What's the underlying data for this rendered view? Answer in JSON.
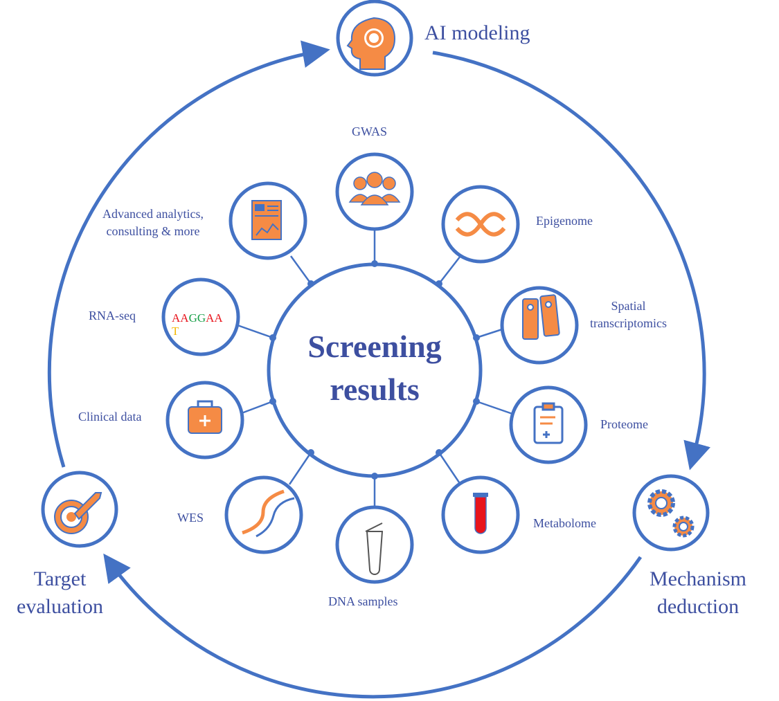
{
  "center": {
    "line1": "Screening",
    "line2": "results"
  },
  "cycle": [
    {
      "id": "ai",
      "label": "AI modeling",
      "icon": "head-gear-icon"
    },
    {
      "id": "mechanism",
      "label1": "Mechanism",
      "label2": "deduction",
      "icon": "gears-icon"
    },
    {
      "id": "target",
      "label1": "Target",
      "label2": "evaluation",
      "icon": "target-dart-icon"
    }
  ],
  "sources": {
    "gwas": "GWAS",
    "epigenome": "Epigenome",
    "spatial1": "Spatial",
    "spatial2": "transcriptomics",
    "proteome": "Proteome",
    "metabolome": "Metabolome",
    "dna": "DNA samples",
    "wes": "WES",
    "clinical": "Clinical data",
    "rnaseq": "RNA-seq",
    "advanced1": "Advanced analytics,",
    "advanced2": "consulting & more"
  },
  "rna_letters": {
    "a1": "AA",
    "g": "GG",
    "a2": "AA",
    "t": "T"
  },
  "colors": {
    "blue": "#4472C4",
    "orange": "#F58B45",
    "text": "#3D4FA0",
    "red": "#E8141C",
    "green": "#1AA04A",
    "yellow": "#F5B800"
  }
}
